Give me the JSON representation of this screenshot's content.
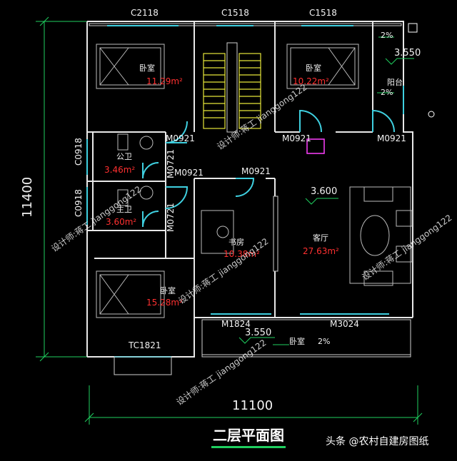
{
  "title": "二层平面图",
  "credit": "头条 @农村自建房图纸",
  "watermark": "设计师:蒋工 jianggong122",
  "dimensions": {
    "total_width": "11100",
    "total_height": "11400"
  },
  "window_labels": {
    "c2118": "C2118",
    "c1518_stair": "C1518",
    "c1518_right": "C1518",
    "c0918_top": "C0918",
    "c0918_bottom": "C0918",
    "tc1821": "TC1821",
    "m1824": "M1824",
    "m3024": "M3024"
  },
  "door_labels": {
    "m0921_a": "M0921",
    "m0921_b": "M0921",
    "m0921_c": "M0921",
    "m0921_d": "M0921",
    "m0921_e": "M0921",
    "m0721_a": "M0721",
    "m0721_b": "M0721"
  },
  "rooms": {
    "bedroom_top_left": {
      "name": "卧室",
      "area": "11.29m²"
    },
    "bedroom_top_right": {
      "name": "卧室",
      "area": "10.22m²"
    },
    "public_bath": {
      "name": "公卫",
      "area": "3.46m²"
    },
    "master_bath": {
      "name": "主卫",
      "area": "3.60m²"
    },
    "study": {
      "name": "书房",
      "area": "10.38m²"
    },
    "living": {
      "name": "客厅",
      "area": "27.63m²"
    },
    "bedroom_bottom_left": {
      "name": "卧室",
      "area": "15.28m²"
    },
    "balcony": {
      "name": "阳台"
    },
    "terrace": {
      "name": "卧室"
    }
  },
  "elevations": {
    "balcony": "3.550",
    "living": "3.600",
    "terrace": "3.550"
  },
  "slopes": {
    "top": "2%",
    "balcony": "2%",
    "terrace": "2%"
  },
  "colors": {
    "background": "#000000",
    "wall": "#e8e8e8",
    "window": "#3fd0e0",
    "dimension": "#1fcf5f",
    "area_text": "#ff3030",
    "stair": "#e6e63a",
    "watermark_note": "#ffffff"
  }
}
